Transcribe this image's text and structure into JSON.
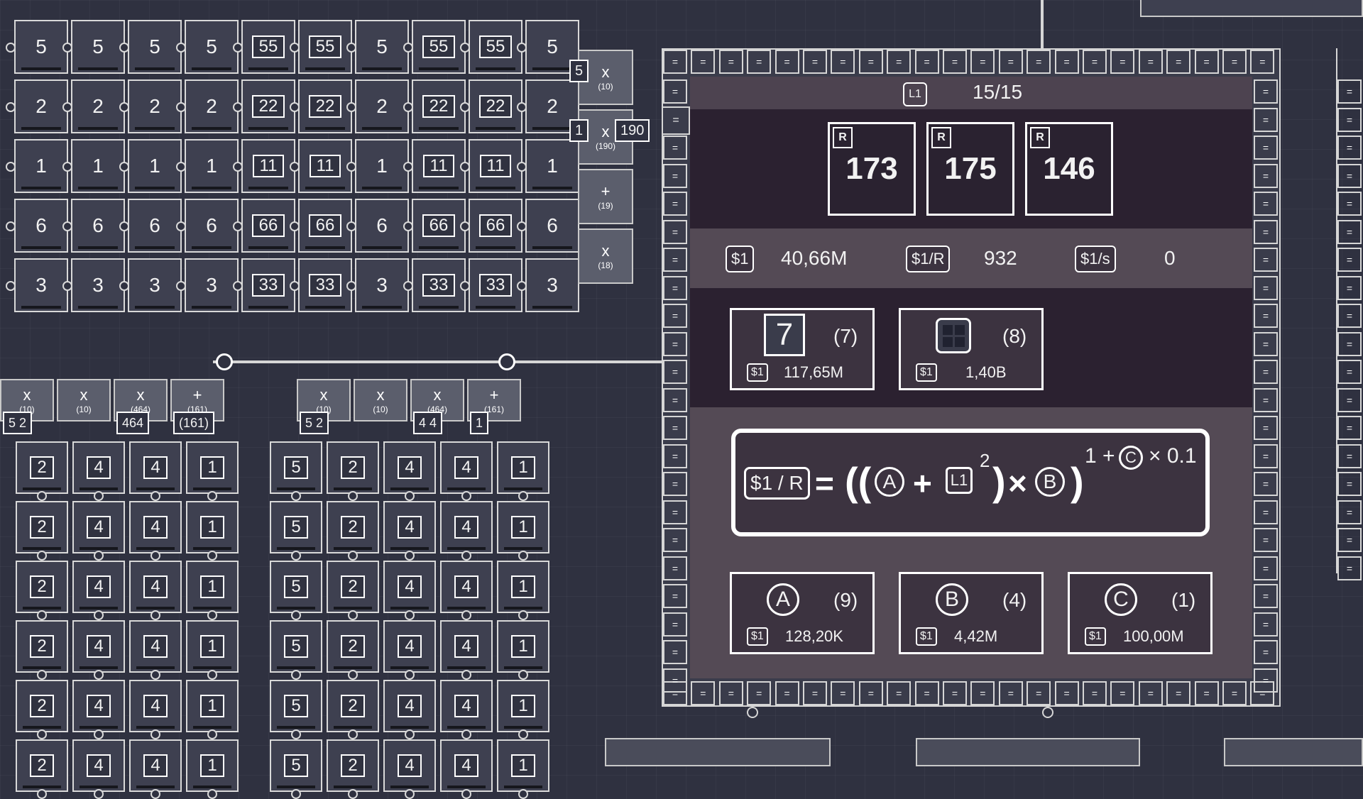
{
  "grid_top": {
    "rows": [
      [
        "5",
        "5",
        "5",
        "5",
        "55",
        "55",
        "5",
        "55",
        "55",
        "5"
      ],
      [
        "2",
        "2",
        "2",
        "2",
        "22",
        "22",
        "2",
        "22",
        "22",
        "2"
      ],
      [
        "1",
        "1",
        "1",
        "1",
        "11",
        "11",
        "1",
        "11",
        "11",
        "1"
      ],
      [
        "6",
        "6",
        "6",
        "6",
        "66",
        "66",
        "6",
        "66",
        "66",
        "6"
      ],
      [
        "3",
        "3",
        "3",
        "3",
        "33",
        "33",
        "3",
        "33",
        "33",
        "3"
      ]
    ],
    "boxed_columns": [
      4,
      5,
      7,
      8
    ]
  },
  "side_ops": [
    {
      "symbol": "x",
      "sub": "(10)",
      "value": "5"
    },
    {
      "symbol": "x",
      "sub": "(190)",
      "value": "190"
    },
    {
      "symbol": "+",
      "sub": "(19)",
      "value": "1"
    },
    {
      "symbol": "x",
      "sub": "(18)",
      "value": ""
    }
  ],
  "left_ops": [
    {
      "symbol": "x",
      "sub": "(10)",
      "value": "5 2"
    },
    {
      "symbol": "x",
      "sub": "(10)",
      "value": ""
    },
    {
      "symbol": "x",
      "sub": "(464)",
      "value": "464"
    },
    {
      "symbol": "+",
      "sub": "(161)",
      "value": "(161)"
    }
  ],
  "mid_ops": [
    {
      "symbol": "x",
      "sub": "(10)",
      "value": "5 2"
    },
    {
      "symbol": "x",
      "sub": "(10)",
      "value": ""
    },
    {
      "symbol": "x",
      "sub": "(464)",
      "value": "4 4"
    },
    {
      "symbol": "+",
      "sub": "(161)",
      "value": "1"
    }
  ],
  "grid_left_cols": [
    "2",
    "4",
    "4",
    "1"
  ],
  "grid_mid_cols": [
    "5",
    "2",
    "4",
    "4",
    "1"
  ],
  "panel": {
    "level_tag": "L1",
    "progress": "15/15",
    "r_tag": "R",
    "rolls": [
      "173",
      "175",
      "146"
    ],
    "stats": [
      {
        "chip": "$1",
        "value": "40,66M"
      },
      {
        "chip": "$1/R",
        "value": "932"
      },
      {
        "chip": "$1/s",
        "value": "0"
      }
    ],
    "upgrades_top": [
      {
        "icon": "7",
        "count": "(7)",
        "chip": "$1",
        "price": "117,65M"
      },
      {
        "icon": "grid-icon",
        "count": "(8)",
        "chip": "$1",
        "price": "1,40B"
      }
    ],
    "formula": {
      "lhs": "$1 / R",
      "eq": "=",
      "a": "A",
      "l1": "L1",
      "pow2": "2",
      "b": "B",
      "exp_prefix": "1 +",
      "c": "C",
      "exp_suffix": "× 0.1"
    },
    "upgrades_bottom": [
      {
        "letter": "A",
        "count": "(9)",
        "chip": "$1",
        "price": "128,20K"
      },
      {
        "letter": "B",
        "count": "(4)",
        "chip": "$1",
        "price": "4,42M"
      },
      {
        "letter": "C",
        "count": "(1)",
        "chip": "$1",
        "price": "100,00M"
      }
    ],
    "frame_glyph": "="
  }
}
